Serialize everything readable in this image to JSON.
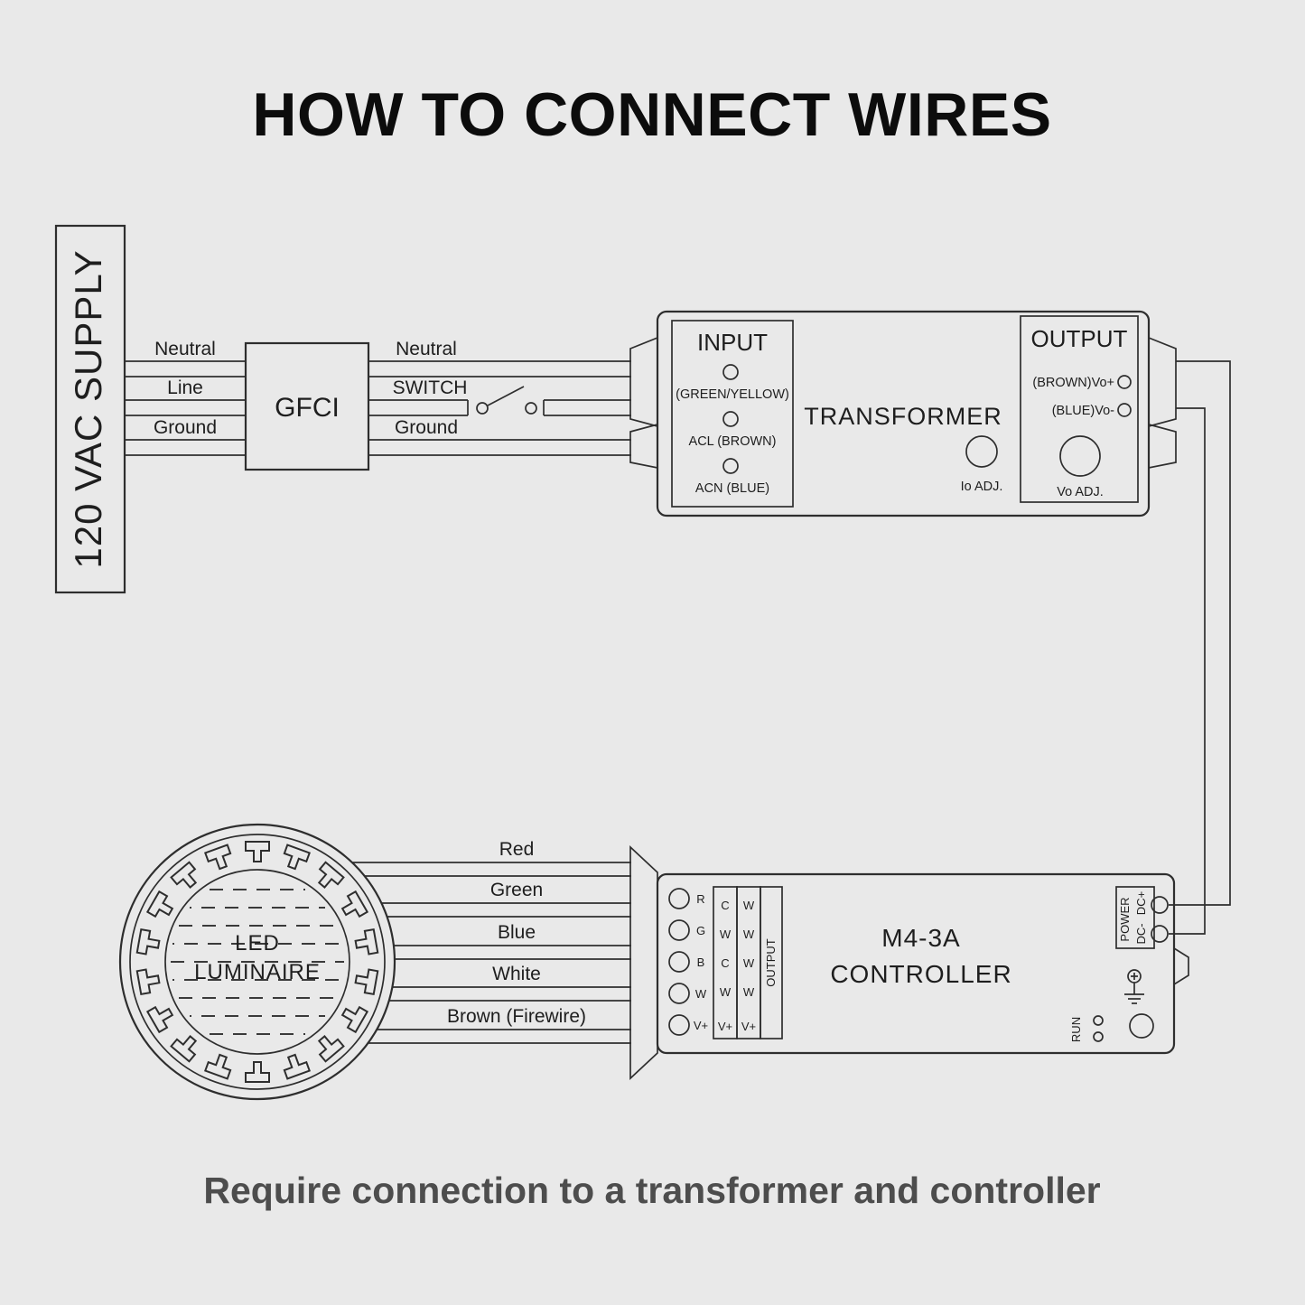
{
  "title": "HOW TO CONNECT WIRES",
  "caption": "Require connection to a transformer and controller",
  "colors": {
    "background": "#e9e9e9",
    "line": "#2e2e2e",
    "title": "#0c0c0c",
    "caption": "#4d4d4d"
  },
  "supply": {
    "label": "120 VAC SUPPLY",
    "wire_labels": [
      "Neutral",
      "Line",
      "Ground"
    ]
  },
  "gfci": {
    "label": "GFCI",
    "wire_labels": [
      "Neutral",
      "SWITCH",
      "Ground"
    ]
  },
  "transformer": {
    "label": "TRANSFORMER",
    "input_heading": "INPUT",
    "input_terminals": [
      "(GREEN/YELLOW)",
      "ACL (BROWN)",
      "ACN (BLUE)"
    ],
    "io_adj_label": "Io ADJ.",
    "output_heading": "OUTPUT",
    "output_terminals": [
      "(BROWN)Vo+",
      "(BLUE)Vo-"
    ],
    "vo_adj_label": "Vo ADJ."
  },
  "luminaire": {
    "name_line1": "LED",
    "name_line2": "LUMINAIRE",
    "wire_labels": [
      "Red",
      "Green",
      "Blue",
      "White",
      "Brown (Firewire)"
    ]
  },
  "controller": {
    "name_line1": "M4-3A",
    "name_line2": "CONTROLLER",
    "screw_labels": [
      "R",
      "G",
      "B",
      "W",
      "V+"
    ],
    "block_col1": [
      "C",
      "W",
      "C",
      "W",
      "V+"
    ],
    "block_col2": [
      "W",
      "W",
      "W",
      "W",
      "V+"
    ],
    "output_label": "OUTPUT",
    "power_label": "POWER",
    "dc_plus_label": "DC+",
    "dc_minus_label": "DC-",
    "run_label": "RUN"
  }
}
